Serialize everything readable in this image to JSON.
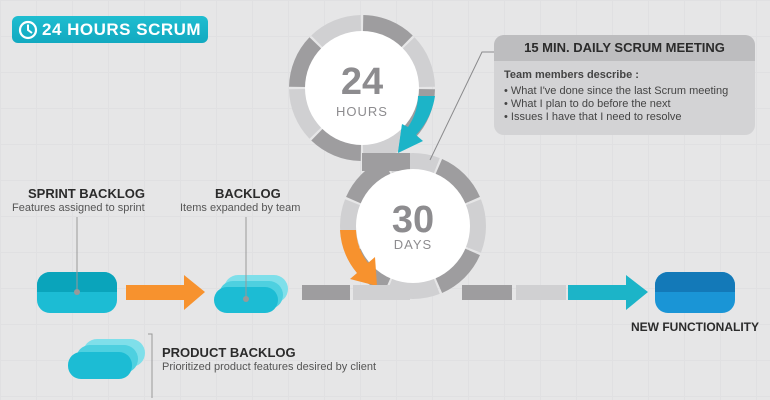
{
  "title": "24 HOURS SCRUM",
  "title_icon": "clock-icon",
  "cycle_24": {
    "number": "24",
    "unit": "HOURS"
  },
  "cycle_30": {
    "number": "30",
    "unit": "DAYS"
  },
  "meeting": {
    "title": "15 MIN. DAILY SCRUM MEETING",
    "intro": "Team members describe :",
    "items": [
      "What I've done since the last Scrum meeting",
      "What I plan to do before the next",
      "Issues I have that I need to resolve"
    ]
  },
  "sprint_backlog": {
    "title": "SPRINT BACKLOG",
    "subtitle": "Features assigned to sprint"
  },
  "backlog": {
    "title": "BACKLOG",
    "subtitle": "Items expanded by team"
  },
  "product_backlog": {
    "title": "PRODUCT BACKLOG",
    "subtitle": "Prioritized product features desired by client"
  },
  "output": {
    "title": "NEW FUNCTIONALITY"
  },
  "colors": {
    "teal": "#1cb4c8",
    "orange": "#f7922e",
    "blue": "#1a8fd0",
    "gray_dark": "#9e9d9f",
    "gray_light": "#d0d0d2"
  }
}
